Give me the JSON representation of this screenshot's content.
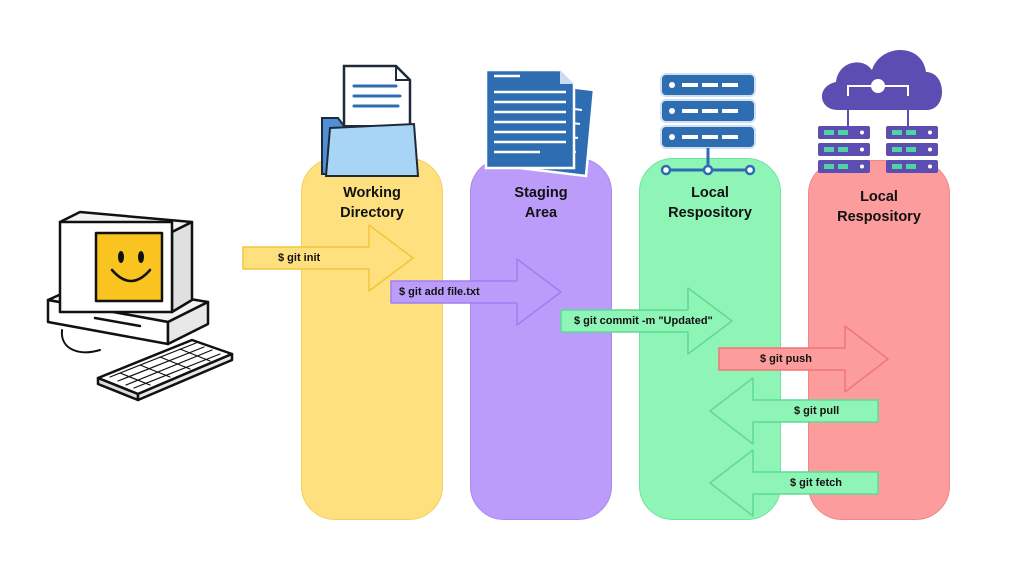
{
  "columns": [
    {
      "title": "Working\nDirectory",
      "color": "#fee07e",
      "icon": "folder-document-icon"
    },
    {
      "title": "Staging\nArea",
      "color": "#bb9cfb",
      "icon": "stacked-documents-icon"
    },
    {
      "title": "Local\nRespository",
      "color": "#8ef5b7",
      "icon": "server-network-icon"
    },
    {
      "title": "Local\nRespository",
      "color": "#fd9c9c",
      "icon": "cloud-server-icon"
    }
  ],
  "commands": {
    "init": "$ git init",
    "add": "$ git add file.txt",
    "commit": "$ git commit -m \"Updated\"",
    "push": "$ git push",
    "pull": "$ git pull",
    "fetch": "$ git fetch"
  },
  "colors": {
    "yellow": "#fee07e",
    "purple": "#bb9cfb",
    "green": "#8ef5b7",
    "red": "#fd9c9c",
    "icon_blue": "#2f6db3",
    "cloud_purple": "#5b4db1"
  }
}
